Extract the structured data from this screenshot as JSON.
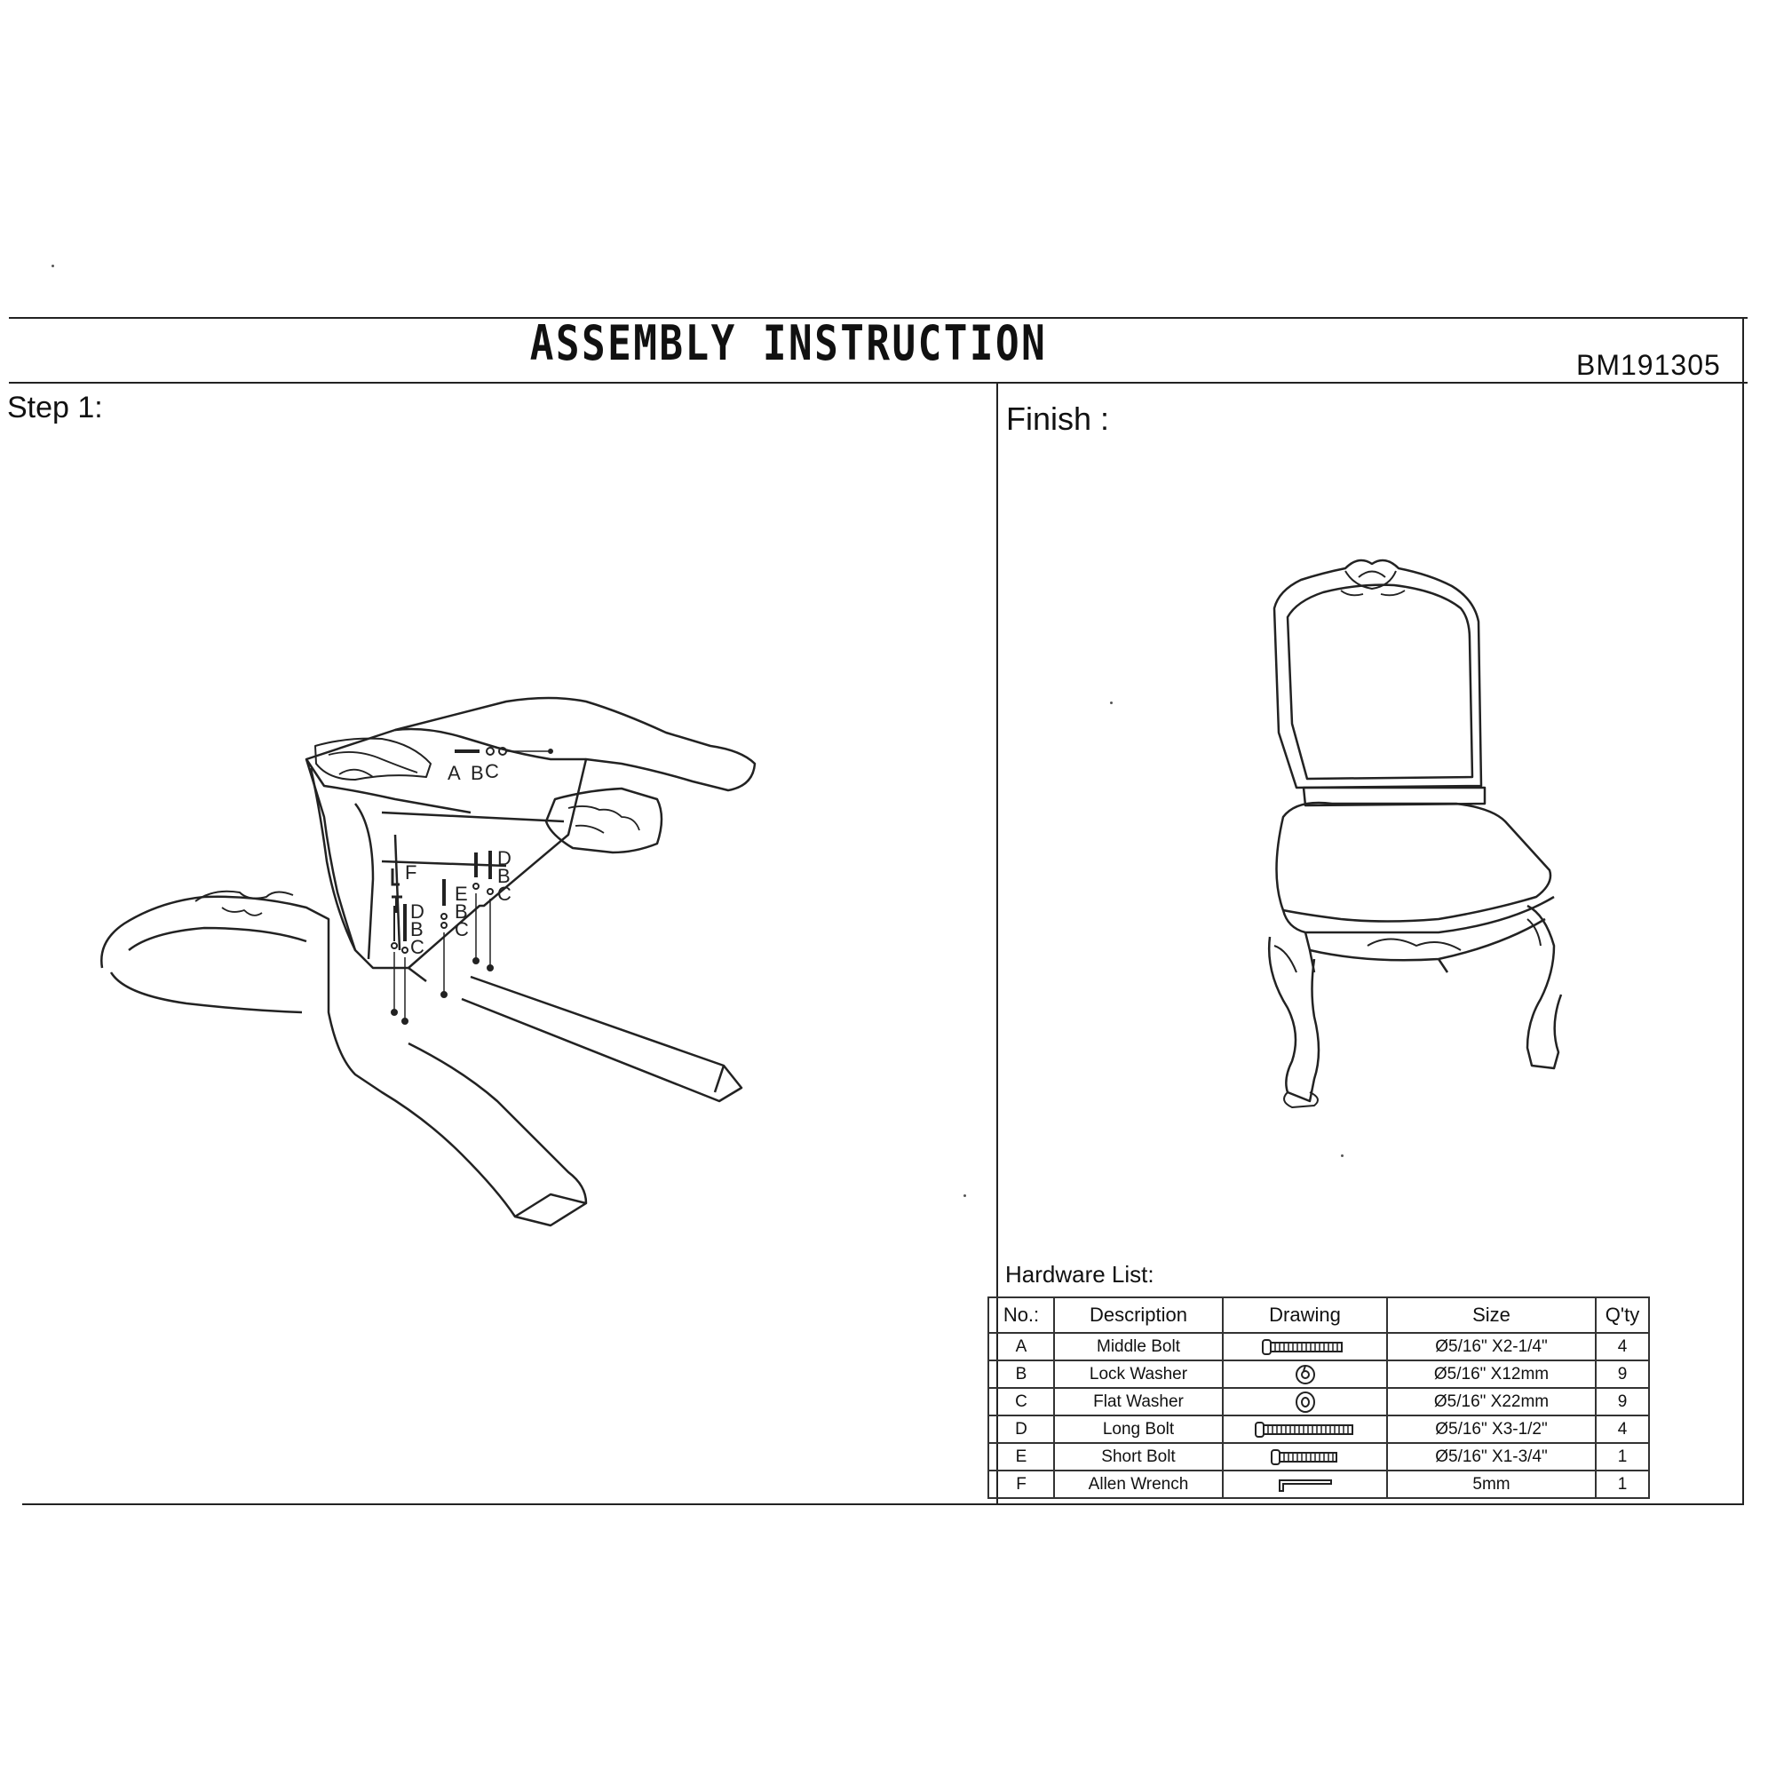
{
  "header": {
    "title": "ASSEMBLY INSTRUCTION",
    "model": "BM191305"
  },
  "step": {
    "label": "Step 1:",
    "part_labels": {
      "a": "A",
      "b": "B",
      "c": "C",
      "d": "D",
      "e": "E",
      "f": "F"
    }
  },
  "finish": {
    "label": "Finish :"
  },
  "hardware": {
    "label": "Hardware List:",
    "columns": [
      "No.:",
      "Description",
      "Drawing",
      "Size",
      "Q'ty"
    ],
    "rows": [
      {
        "no": "A",
        "description": "Middle Bolt",
        "drawing": "middle-bolt-icon",
        "size": "Ø5/16\" X2-1/4\"",
        "qty": "4"
      },
      {
        "no": "B",
        "description": "Lock Washer",
        "drawing": "lock-washer-icon",
        "size": "Ø5/16\" X12mm",
        "qty": "9"
      },
      {
        "no": "C",
        "description": "Flat Washer",
        "drawing": "flat-washer-icon",
        "size": "Ø5/16\" X22mm",
        "qty": "9"
      },
      {
        "no": "D",
        "description": "Long Bolt",
        "drawing": "long-bolt-icon",
        "size": "Ø5/16\" X3-1/2\"",
        "qty": "4"
      },
      {
        "no": "E",
        "description": "Short Bolt",
        "drawing": "short-bolt-icon",
        "size": "Ø5/16\" X1-3/4\"",
        "qty": "1"
      },
      {
        "no": "F",
        "description": "Allen Wrench",
        "drawing": "allen-wrench-icon",
        "size": "5mm",
        "qty": "1"
      }
    ]
  }
}
